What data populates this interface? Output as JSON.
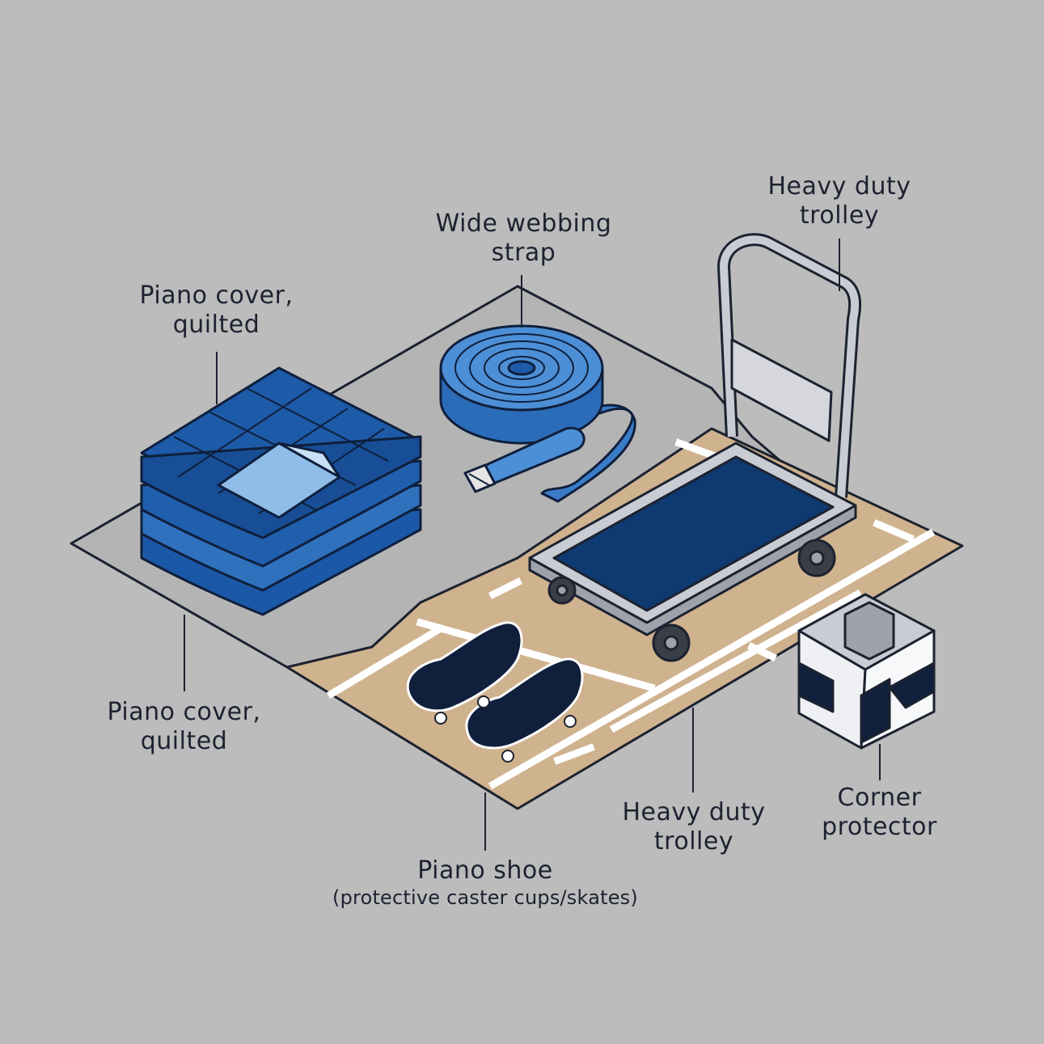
{
  "labels": {
    "cover_top": {
      "line1": "Piano cover,",
      "line2": "quilted"
    },
    "strap": {
      "line1": "Wide webbing",
      "line2": "strap"
    },
    "trolley_top": {
      "line1": "Heavy duty",
      "line2": "trolley"
    },
    "cover_bottom": {
      "line1": "Piano cover,",
      "line2": "quilted"
    },
    "shoe": {
      "line1": "Piano shoe",
      "line2": "(protective caster cups/skates)"
    },
    "trolley_bottom": {
      "line1": "Heavy duty",
      "line2": "trolley"
    },
    "corner": {
      "line1": "Corner",
      "line2": "protector"
    }
  },
  "colors": {
    "background": "#bcbcbc",
    "mat": "#b4b4b4",
    "floor": "#cfb28e",
    "blue_dark": "#0d3a70",
    "blue_mid": "#2b6cb8",
    "blue_light": "#4d8fd6",
    "navy": "#0f1f3c",
    "outline": "#1c2230"
  }
}
